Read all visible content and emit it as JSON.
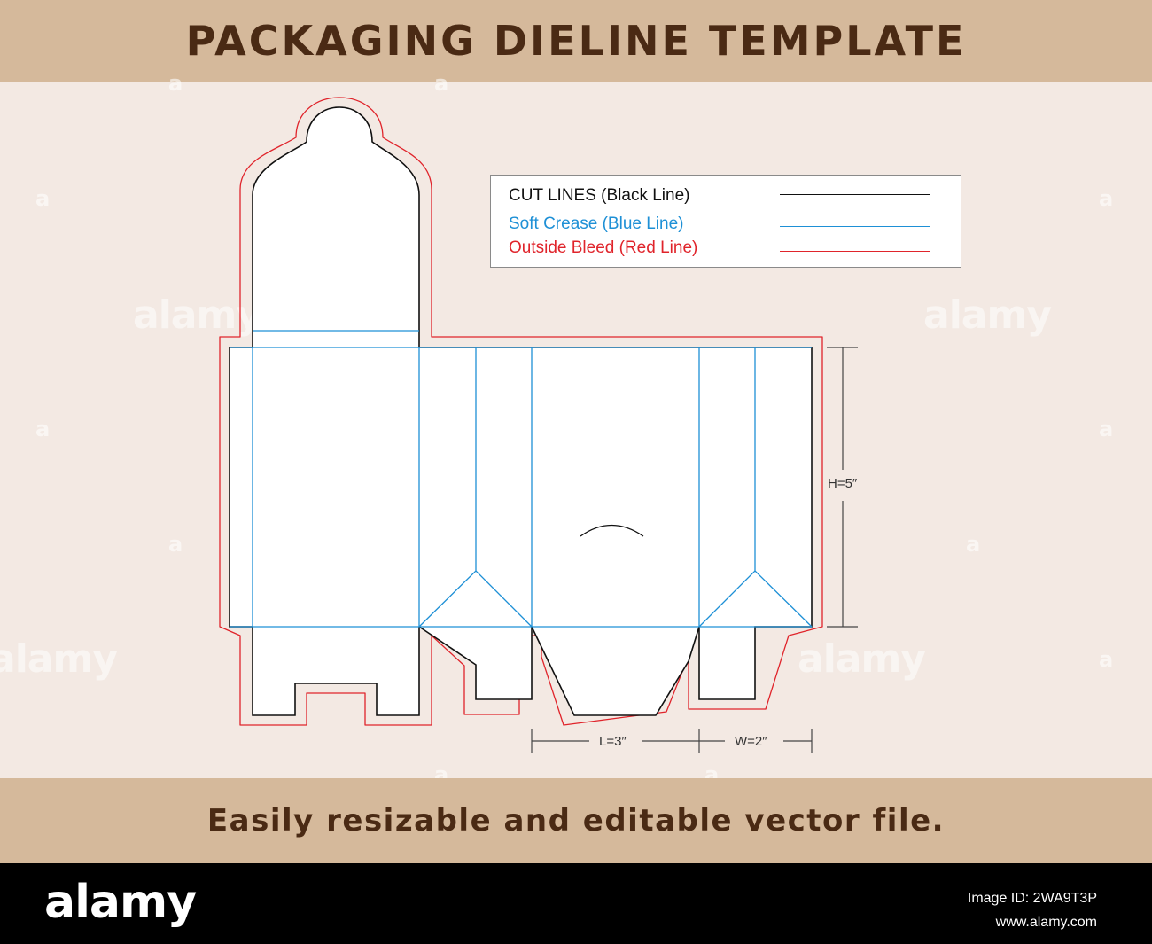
{
  "header": {
    "title": "PACKAGING DIELINE TEMPLATE"
  },
  "legend": {
    "items": [
      {
        "label": "CUT LINES (Black Line)",
        "color": "#111111"
      },
      {
        "label": "Soft Crease (Blue Line)",
        "color": "#1e90d6"
      },
      {
        "label": "Outside Bleed (Red Line)",
        "color": "#e0242b"
      }
    ]
  },
  "dimensions": {
    "height": "H=5″",
    "length": "L=3″",
    "width": "W=2″"
  },
  "tagline": "Easily resizable and editable vector file.",
  "footer": {
    "logo": "alamy",
    "image_id": "Image ID: 2WA9T3P",
    "site": "www.alamy.com"
  },
  "watermark": {
    "text": "alamy",
    "mark": "a"
  },
  "colors": {
    "band": "#d5b99b",
    "background": "#f3e9e3",
    "title_text": "#4a2a14",
    "cut": "#111111",
    "crease": "#1e90d6",
    "bleed": "#e0242b"
  }
}
